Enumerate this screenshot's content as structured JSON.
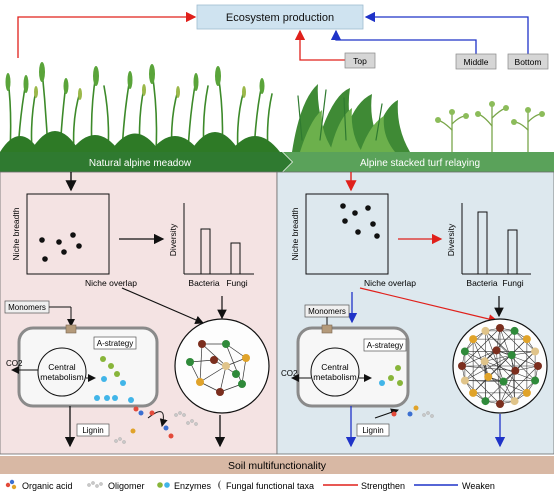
{
  "top": {
    "title": "Ecosystem production",
    "layers": {
      "top": "Top",
      "middle": "Middle",
      "bottom": "Bottom"
    }
  },
  "bands": {
    "left": "Natural alpine meadow",
    "right": "Alpine stacked turf relaying"
  },
  "panel": {
    "niche_breadth": "Niche breadth",
    "niche_overlap": "Niche overlap",
    "diversity": "Diversity",
    "bacteria": "Bacteria",
    "fungi": "Fungi",
    "monomers": "Monomers",
    "a_strategy": "A-strategy",
    "central": "Central",
    "metabolism": "metabolism",
    "co2": "CO2",
    "lignin": "Lignin"
  },
  "bottom_title": "Soil multifunctionality",
  "legend": {
    "organic_acid": "Organic acid",
    "oligomer": "Oligomer",
    "enzymes": "Enzymes",
    "fungal_taxa": "Fungal functional taxa",
    "strengthen": "Strengthen",
    "weaken": "Weaken"
  },
  "colors": {
    "left_bg": "#f4e3e3",
    "right_bg": "#dde8ee",
    "top_box": "#cfe3f0",
    "layer_box": "#d6d6d6",
    "band_left": "#2f7a30",
    "band_right": "#5aa25a",
    "bottom_bar": "#d8b8a4",
    "strengthen": "#e0201b",
    "weaken": "#1f33c8"
  }
}
